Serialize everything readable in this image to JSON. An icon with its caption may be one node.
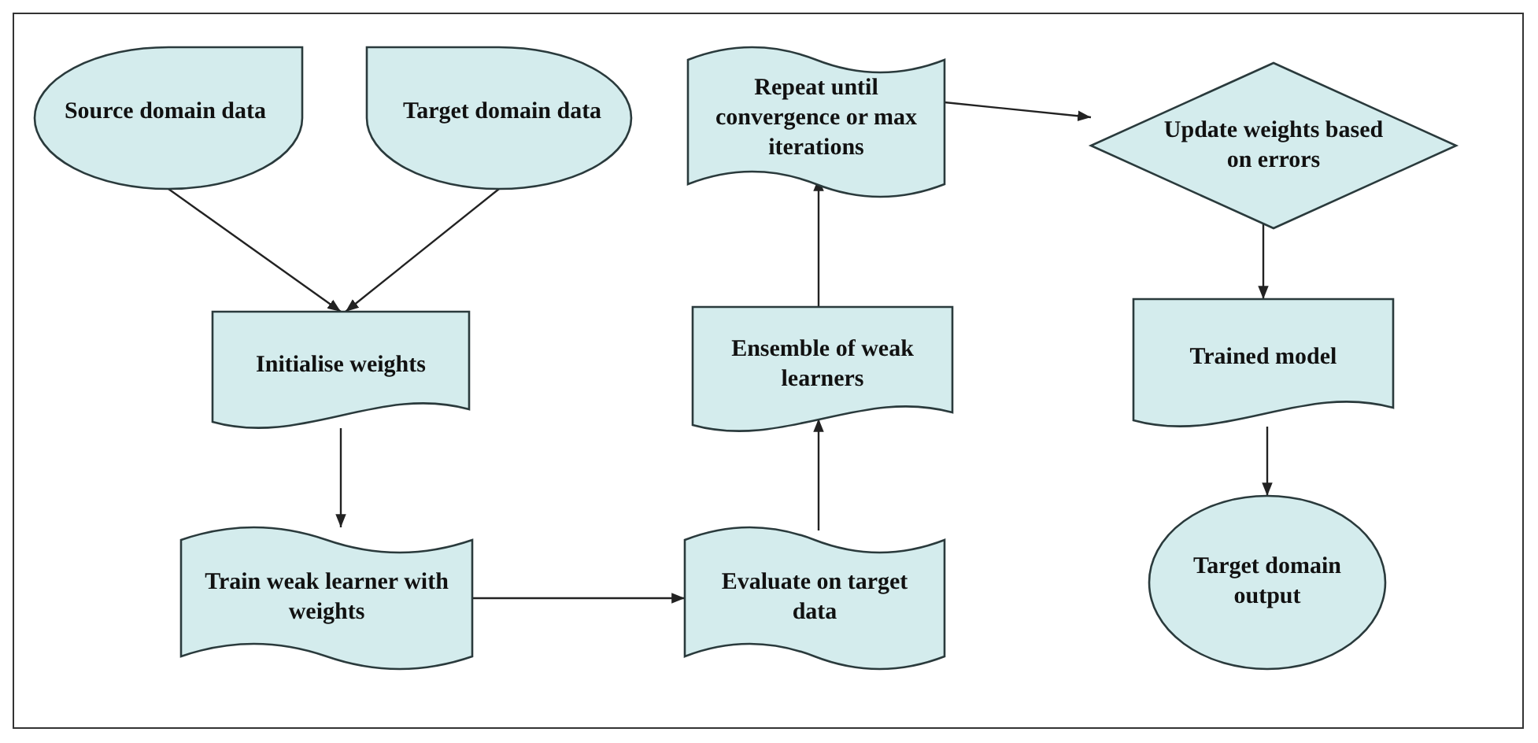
{
  "diagram": {
    "nodes": [
      {
        "text": [
          "Source domain data"
        ]
      },
      {
        "text": [
          "Target domain data"
        ]
      },
      {
        "text": [
          "Initialise weights"
        ]
      },
      {
        "text": [
          "Train weak learner with weights"
        ]
      },
      {
        "text": [
          "Evaluate on target data"
        ]
      },
      {
        "text": [
          "Ensemble of weak learners"
        ]
      },
      {
        "text": [
          "Repeat until convergence or max iterations"
        ]
      },
      {
        "text": [
          "Update weights based on errors"
        ]
      },
      {
        "text": [
          "Trained model"
        ]
      },
      {
        "text": [
          "Target domain output"
        ]
      }
    ],
    "edges": [
      {
        "from": 0,
        "to": 2,
        "arrow": "to"
      },
      {
        "from": 1,
        "to": 2,
        "arrow": "to"
      },
      {
        "from": 2,
        "to": 3,
        "arrow": "to"
      },
      {
        "from": 3,
        "to": 4,
        "arrow": "to"
      },
      {
        "from": 4,
        "to": 5,
        "arrow": "to"
      },
      {
        "from": 5,
        "to": 6,
        "arrow": "to"
      },
      {
        "from": 6,
        "to": 7,
        "arrow": "to"
      },
      {
        "from": 7,
        "to": 8,
        "arrow": "to"
      },
      {
        "from": 8,
        "to": 9,
        "arrow": "to"
      }
    ]
  }
}
